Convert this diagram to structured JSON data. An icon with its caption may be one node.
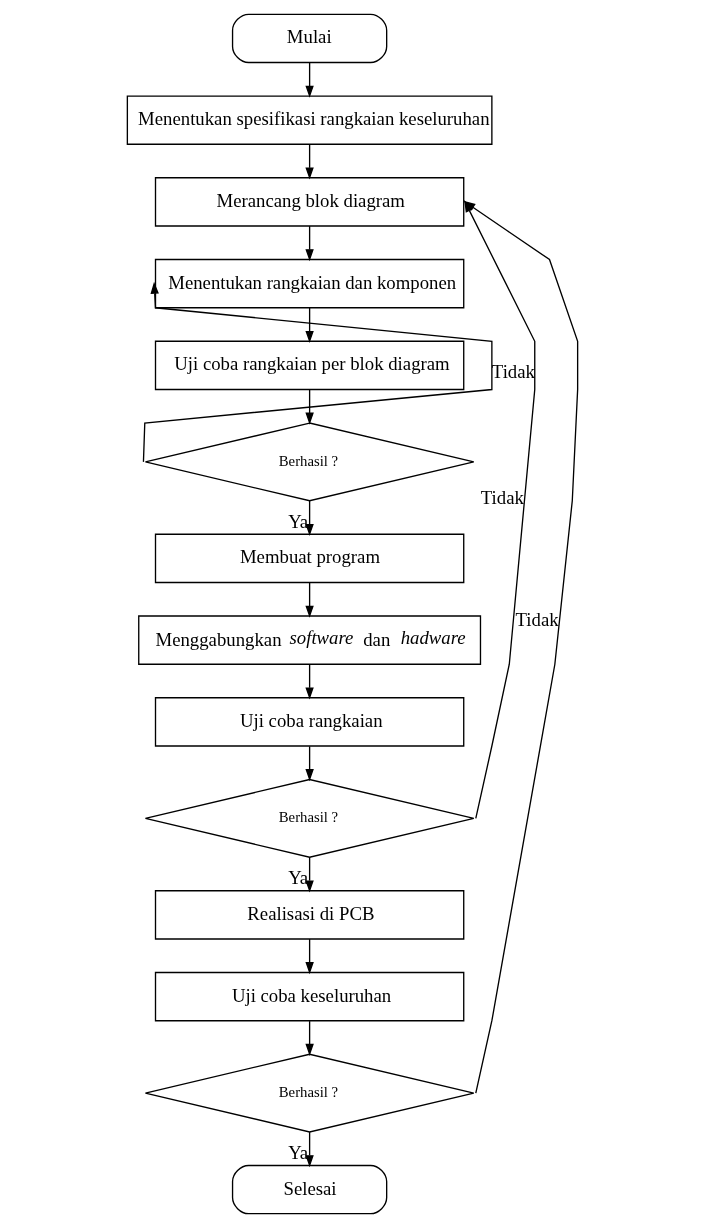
{
  "diagram": {
    "nodes": [
      {
        "text": [
          "Mulai"
        ]
      },
      {
        "text": [
          "Menentukan spesifikasi rangkaian keseluruhan"
        ]
      },
      {
        "text": [
          "Merancang blok diagram"
        ]
      },
      {
        "text": [
          "Menentukan rangkaian dan komponen"
        ]
      },
      {
        "text": [
          "Uji coba rangkaian per blok diagram"
        ]
      },
      {
        "text": [
          "Berhasil ?"
        ]
      },
      {
        "text": [
          "Membuat program"
        ]
      },
      {
        "text": [
          "Menggabungkan *software* dan *hadware*"
        ]
      },
      {
        "text": [
          "Uji coba rangkaian"
        ]
      },
      {
        "text": [
          "Berhasil ?"
        ]
      },
      {
        "text": [
          "Realisasi di PCB"
        ]
      },
      {
        "text": [
          "Uji coba keseluruhan"
        ]
      },
      {
        "text": [
          "Berhasil ?"
        ]
      },
      {
        "text": [
          "Selesai"
        ]
      }
    ],
    "edges": [
      {
        "from": 0,
        "to": 1,
        "arrow": "to"
      },
      {
        "from": 1,
        "to": 2,
        "arrow": "to"
      },
      {
        "from": 2,
        "to": 3,
        "arrow": "to"
      },
      {
        "from": 3,
        "to": 4,
        "arrow": "to"
      },
      {
        "from": 4,
        "to": 5,
        "arrow": "to"
      },
      {
        "from": 5,
        "to": 3,
        "label": "Tidak",
        "arrow": "to"
      },
      {
        "from": 5,
        "to": 6,
        "label": "Ya",
        "arrow": "to"
      },
      {
        "from": 6,
        "to": 7,
        "arrow": "to"
      },
      {
        "from": 7,
        "to": 8,
        "arrow": "to"
      },
      {
        "from": 8,
        "to": 9,
        "arrow": "to"
      },
      {
        "from": 9,
        "to": 2,
        "label": "Tidak",
        "arrow": "to"
      },
      {
        "from": 9,
        "to": 10,
        "label": "Ya",
        "arrow": "to"
      },
      {
        "from": 10,
        "to": 11,
        "arrow": "to"
      },
      {
        "from": 11,
        "to": 12,
        "arrow": "to"
      },
      {
        "from": 12,
        "to": 13,
        "label": "Ya",
        "arrow": "to"
      },
      {
        "from": 12,
        "to": 2,
        "label": "Tidak",
        "arrow": "to"
      }
    ]
  }
}
